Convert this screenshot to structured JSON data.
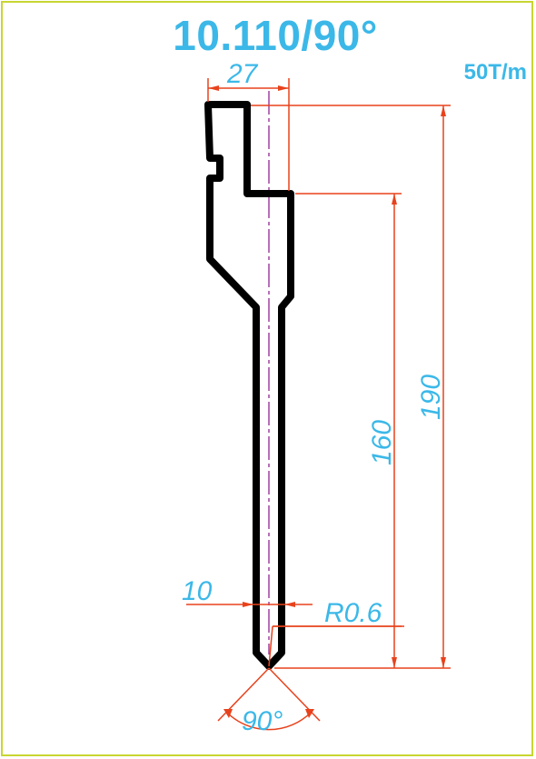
{
  "title": "10.110/90°",
  "capacity": "50T/m",
  "dimensions": {
    "top_width": "27",
    "tip_width": "10",
    "tip_radius": "R0.6",
    "height_lower": "160",
    "height_total": "190",
    "angle": "90°"
  },
  "colors": {
    "frame": "#c8d630",
    "text": "#3bb8e8",
    "dimension_lines": "#e8421c",
    "centerline": "#a040a0",
    "profile": "#000000"
  }
}
